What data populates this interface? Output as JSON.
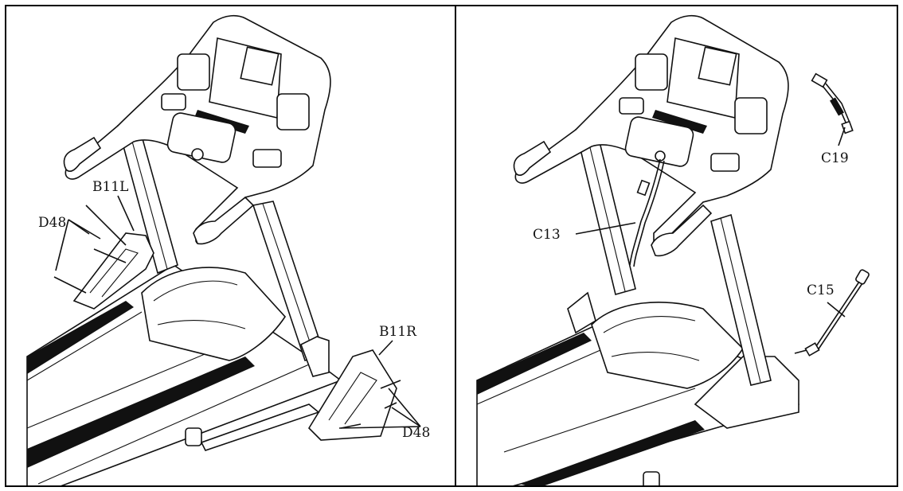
{
  "panels": [
    {
      "id": "left",
      "labels": {
        "b11l": "B11L",
        "d48_left": "D48",
        "b11r": "B11R",
        "d48_right": "D48"
      }
    },
    {
      "id": "right",
      "labels": {
        "c13": "C13",
        "c19": "C19",
        "c15": "C15"
      }
    }
  ]
}
